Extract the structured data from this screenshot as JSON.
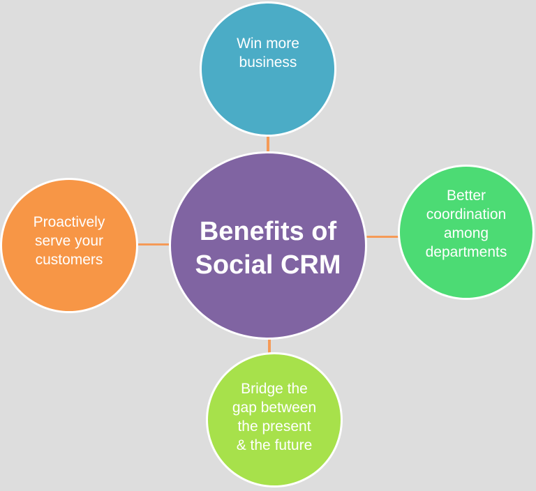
{
  "center": {
    "lines": [
      "Benefits of",
      "Social CRM"
    ],
    "color": "#8064a2"
  },
  "nodes": {
    "top": {
      "lines": [
        "Win more",
        "business"
      ],
      "color": "#4bacc6"
    },
    "right": {
      "lines": [
        "Better",
        "coordination",
        "among",
        "departments"
      ],
      "color": "#4cdb74"
    },
    "bottom": {
      "lines": [
        "Bridge the",
        "gap between",
        "the present",
        "& the future"
      ],
      "color": "#a7e14b"
    },
    "left": {
      "lines": [
        "Proactively",
        "serve your",
        "customers"
      ],
      "color": "#f79646"
    }
  },
  "connector_color": "#f59a57",
  "border_color": "#ffffff"
}
